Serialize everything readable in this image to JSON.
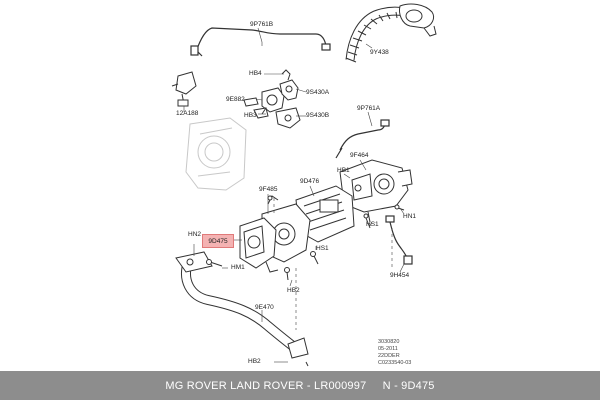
{
  "diagram": {
    "callouts": {
      "p9p761b": "9P761B",
      "p9y438": "9Y438",
      "phb4": "HB4",
      "p9e882": "9E882",
      "p9s430a": "9S430A",
      "p12a188": "12A188",
      "phb3": "HB3",
      "p9s430b": "9S430B",
      "p9p761a": "9P761A",
      "p9f464": "9F464",
      "phb1": "HB1",
      "p9d476": "9D476",
      "p9f485": "9F485",
      "phn1": "HN1",
      "phs1a": "HS1",
      "phn2": "HN2",
      "p9d475": "9D475",
      "phs1b": "HS1",
      "phm1": "HM1",
      "phb2a": "HB2",
      "p9h454": "9H454",
      "p9e470": "9E470",
      "phb2b": "HB2"
    },
    "reference": {
      "line1": "3030820",
      "line2": "05-2011",
      "line3": "22DDER",
      "line4": "C0233540-03"
    }
  },
  "caption": "MG ROVER LAND ROVER - LR000997     N - 9D475",
  "colors": {
    "caption_bg": "#8d8d8d",
    "caption_text": "#ffffff",
    "highlight": "#f4b3b3",
    "line": "#333333"
  }
}
